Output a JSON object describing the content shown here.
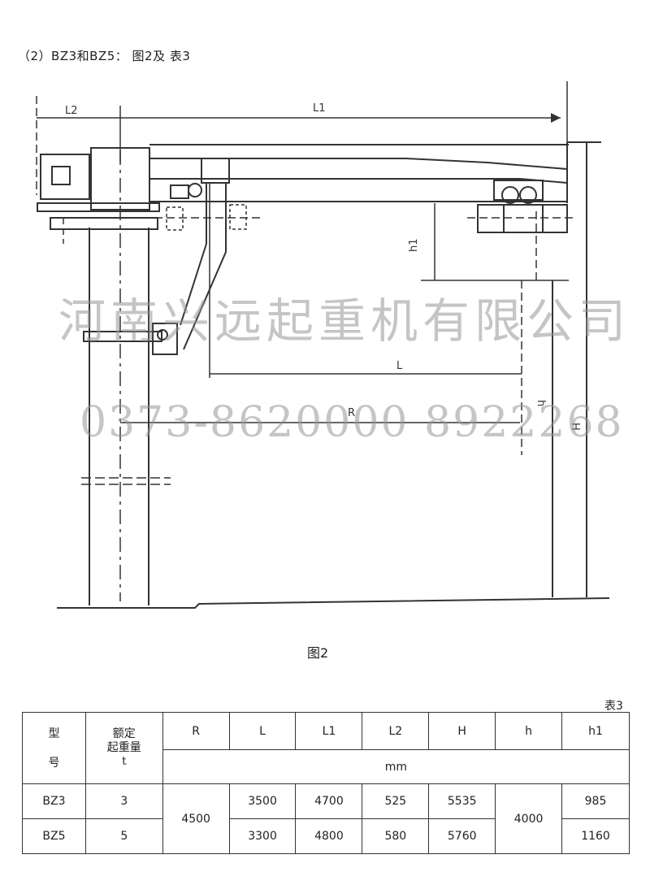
{
  "heading": "（2）BZ3和BZ5：  图2及  表3",
  "drawing": {
    "labels": {
      "L2": "L2",
      "L1": "L1",
      "h1": "h1",
      "L": "L",
      "R": "R",
      "h": "h",
      "H": "H"
    }
  },
  "watermark": {
    "company": "河南兴远起重机有限公司",
    "phone": "0373-8620000  8922268"
  },
  "figure_caption": "图2",
  "table": {
    "label": "表3",
    "header": {
      "model_top": "型",
      "model_bottom": "号",
      "capacity_line1": "额定",
      "capacity_line2": "起重量",
      "capacity_unit": "t",
      "columns": [
        "R",
        "L",
        "L1",
        "L2",
        "H",
        "h",
        "h1"
      ],
      "unit": "mm"
    },
    "rows": [
      {
        "model": "BZ3",
        "capacity": "3",
        "L": "3500",
        "L1": "4700",
        "L2": "525",
        "H": "5535",
        "h1": "985"
      },
      {
        "model": "BZ5",
        "capacity": "5",
        "L": "3300",
        "L1": "4800",
        "L2": "580",
        "H": "5760",
        "h1": "1160"
      }
    ],
    "shared": {
      "R": "4500",
      "h": "4000"
    }
  }
}
